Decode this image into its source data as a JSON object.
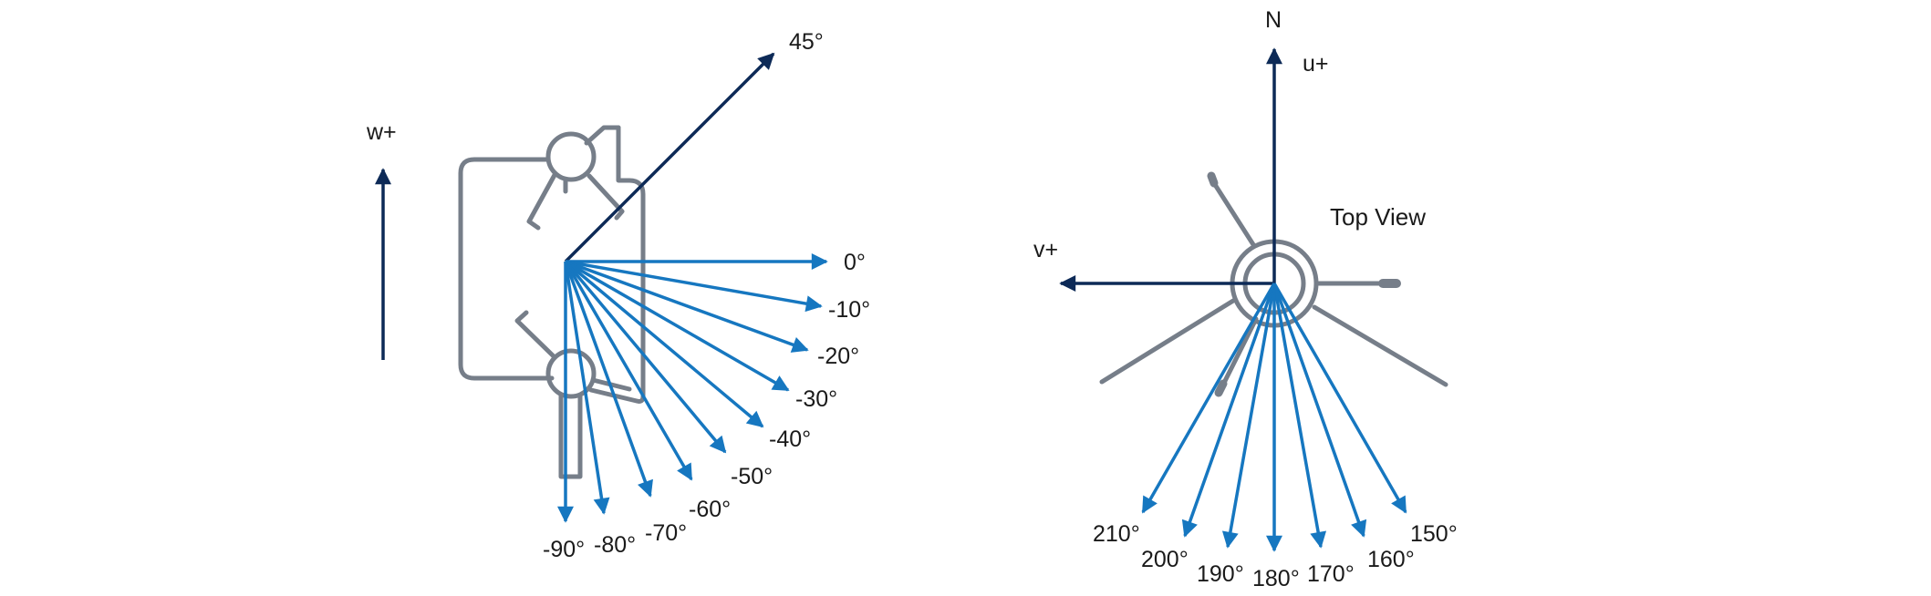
{
  "colors": {
    "navy": "#0d2a57",
    "blue": "#1677c0",
    "gray": "#767e89",
    "text": "#1a1a1a",
    "background": "#ffffff"
  },
  "side_view": {
    "vertical_axis_label": "w+",
    "reference_angle_label": "45°",
    "measurement_angle_labels": [
      "0°",
      "-10°",
      "-20°",
      "-30°",
      "-40°",
      "-50°",
      "-60°",
      "-70°",
      "-80°",
      "-90°"
    ],
    "measurement_angles_deg": [
      0,
      -10,
      -20,
      -30,
      -40,
      -50,
      -60,
      -70,
      -80,
      -90
    ],
    "reference_angle_deg": 45
  },
  "top_view": {
    "title": "Top View",
    "north_label": "N",
    "u_axis_label": "u+",
    "v_axis_label": "v+",
    "azimuth_labels": [
      "150°",
      "160°",
      "170°",
      "180°",
      "190°",
      "200°",
      "210°"
    ],
    "azimuths_deg": [
      150,
      160,
      170,
      180,
      190,
      200,
      210
    ]
  }
}
